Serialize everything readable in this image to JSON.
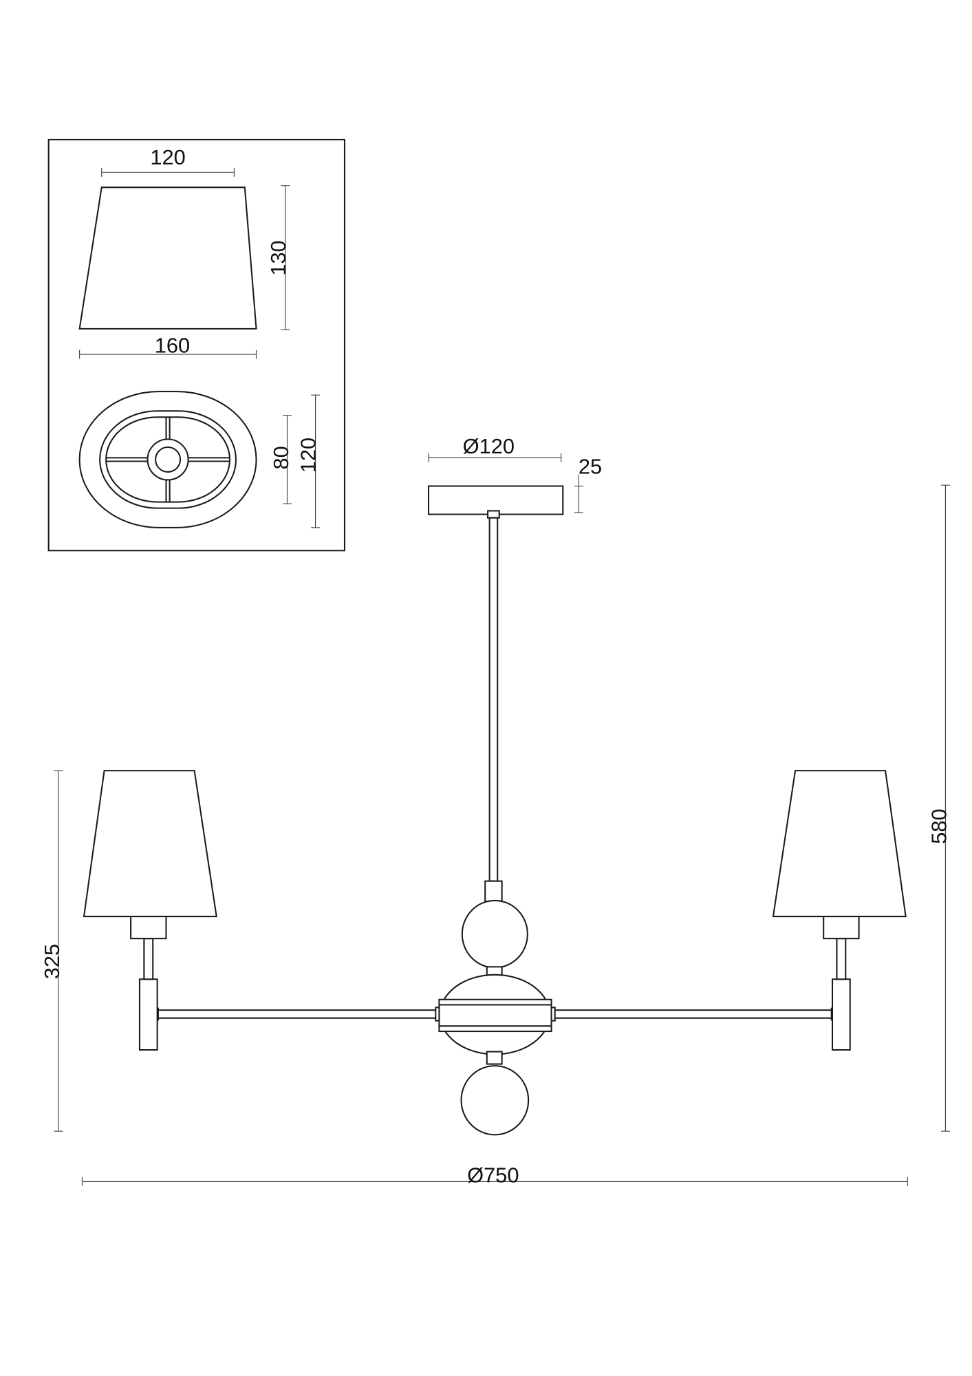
{
  "inset": {
    "shade_top_width": "120",
    "shade_height": "130",
    "shade_bottom_width": "160",
    "oval_inner": "80",
    "oval_outer": "120"
  },
  "canopy": {
    "diameter": "Ø120",
    "height": "25"
  },
  "overall": {
    "arm_height": "325",
    "total_height": "580",
    "diameter": "Ø750"
  },
  "colors": {
    "line": "#1a1a1a",
    "background": "#ffffff"
  }
}
